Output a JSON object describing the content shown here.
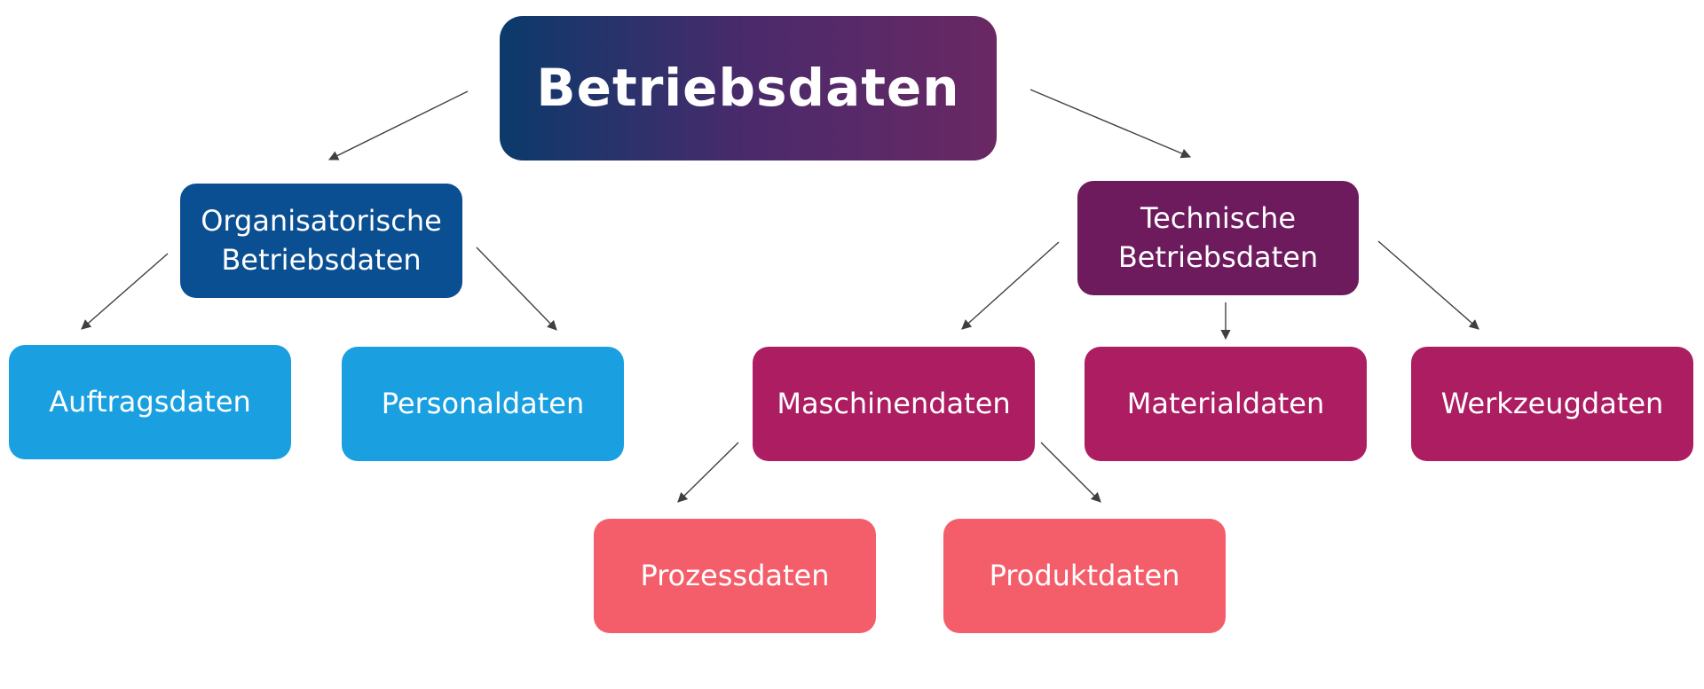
{
  "diagram": {
    "root": {
      "label": "Betriebsdaten"
    },
    "organisatorisch": {
      "label_line1": "Organisatorische",
      "label_line2": "Betriebsdaten"
    },
    "technisch": {
      "label_line1": "Technische",
      "label_line2": "Betriebsdaten"
    },
    "auftragsdaten": {
      "label": "Auftragsdaten"
    },
    "personaldaten": {
      "label": "Personaldaten"
    },
    "maschinendaten": {
      "label": "Maschinendaten"
    },
    "materialdaten": {
      "label": "Materialdaten"
    },
    "werkzeugdaten": {
      "label": "Werkzeugdaten"
    },
    "prozessdaten": {
      "label": "Prozessdaten"
    },
    "produktdaten": {
      "label": "Produktdaten"
    }
  },
  "colors": {
    "root_gradient_start": "#0b3a6b",
    "root_gradient_end": "#6a2864",
    "organisatorisch": "#0a4f92",
    "technisch": "#6e1b5e",
    "level_org_children": "#1aa0e0",
    "level_tech_children": "#ac1d62",
    "level_machine_children": "#f45e6b",
    "arrow": "#404040"
  }
}
